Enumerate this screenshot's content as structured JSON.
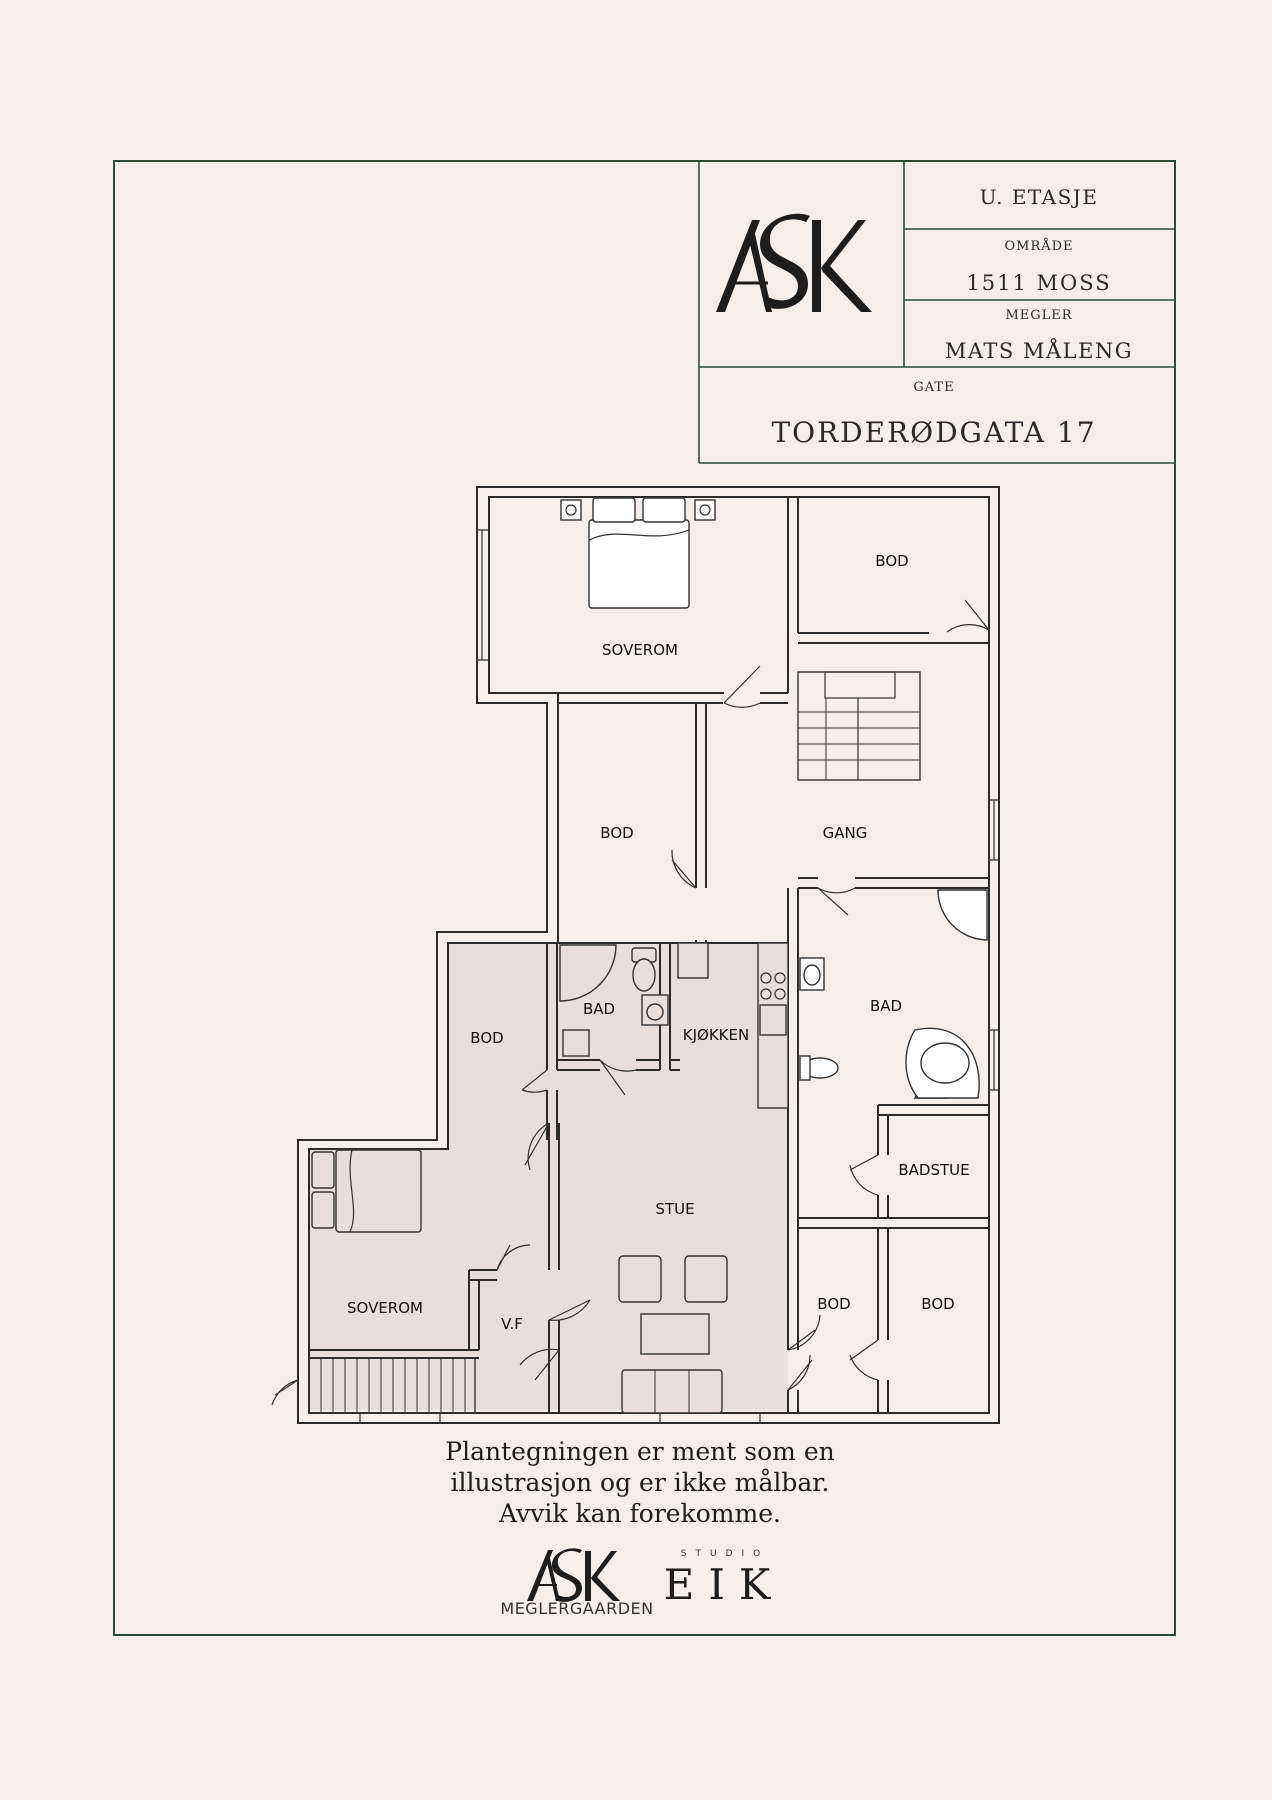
{
  "title_block": {
    "floor": "U. ETASJE",
    "area_label": "OMRÅDE",
    "area_value": "1511 MOSS",
    "agent_label": "MEGLER",
    "agent_value": "MATS MÅLENG",
    "street_label": "GATE",
    "street_value": "TORDERØDGATA 17",
    "logo_text": "ASK"
  },
  "rooms": {
    "soverom_top": "SOVEROM",
    "bod_top_right": "BOD",
    "bod_mid": "BOD",
    "gang": "GANG",
    "bod_left": "BOD",
    "bad_small": "BAD",
    "kjokken": "KJØKKEN",
    "bad_large": "BAD",
    "badstue": "BADSTUE",
    "stue": "STUE",
    "soverom_bottom": "SOVEROM",
    "vf": "V.F",
    "bod_bottom_1": "BOD",
    "bod_bottom_2": "BOD"
  },
  "disclaimer": {
    "line1": "Plantegningen er ment som en",
    "line2": "illustrasjon og er ikke målbar.",
    "line3": "Avvik kan forekomme."
  },
  "footer": {
    "ask_logo_text": "ASK",
    "ask_subtitle": "MEGLERGAARDEN",
    "studio_label": "STUDIO",
    "eik_text": "EIK"
  },
  "colors": {
    "background": "#f5efec",
    "frame": "#2f4a34",
    "shaded_area": "#e6dfdc"
  }
}
